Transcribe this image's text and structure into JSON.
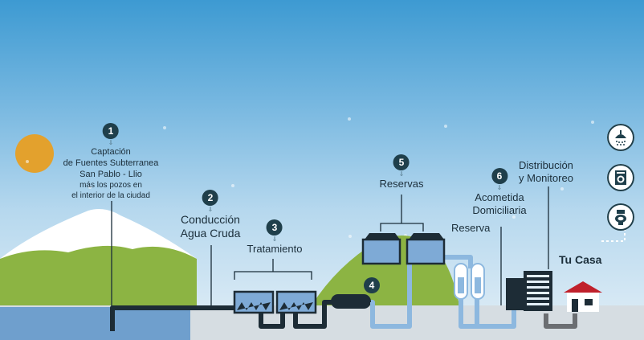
{
  "steps": [
    {
      "number": "1",
      "lines": [
        "Captación",
        "de Fuentes Subterranea",
        "San Pablo - Llio",
        "más los pozos en",
        "el interior de la ciudad"
      ]
    },
    {
      "number": "2",
      "lines": [
        "Conducción",
        "Agua Cruda"
      ]
    },
    {
      "number": "3",
      "lines": [
        "Tratamiento"
      ]
    },
    {
      "number": "4"
    },
    {
      "number": "5",
      "lines": [
        "Reservas"
      ]
    },
    {
      "number": "6",
      "lines": [
        "Acometida",
        "Domiciliaria"
      ]
    }
  ],
  "labels": {
    "reserva": "Reserva",
    "distribucion": [
      "Distribución",
      "y Monitoreo"
    ],
    "tu_casa": "Tu Casa"
  },
  "icons": [
    "shower-icon",
    "washing-machine-icon",
    "toilet-icon"
  ],
  "colors": {
    "badge": "#1f3f4b",
    "pipe_raw": "#1d2c36",
    "pipe_treated": "#8db8df",
    "pipe_home": "#6b6e72",
    "hill": "#8cb443",
    "roof": "#c0202b",
    "sun": "#e3a12d"
  }
}
